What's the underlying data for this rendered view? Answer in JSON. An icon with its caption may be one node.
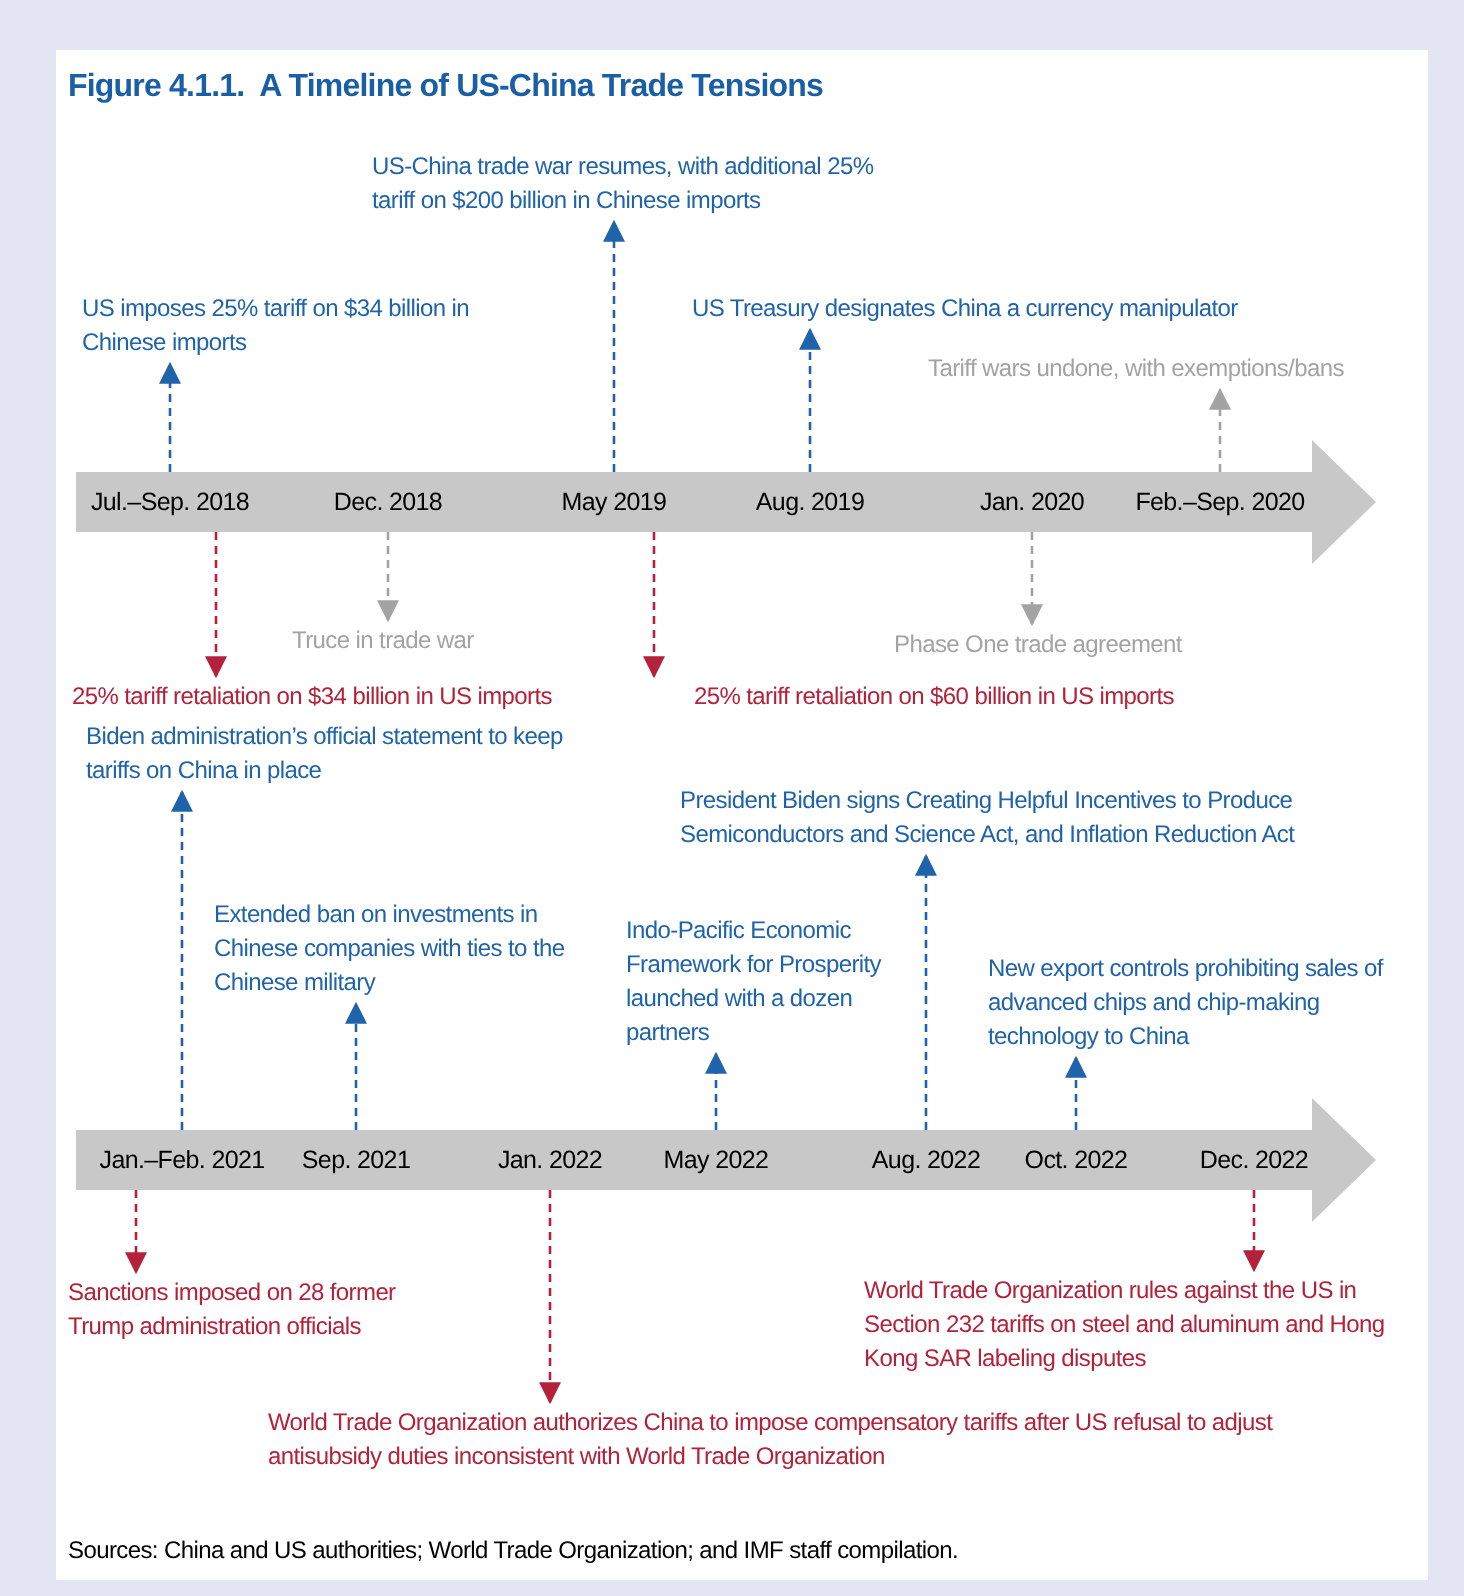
{
  "diagram": {
    "title": "Figure 4.1.1.  A Timeline of US-China Trade Tensions",
    "nodes": [
      {
        "text": [],
        "shape": "arrow"
      },
      {
        "text": [
          "Jul.–Sep. 2018"
        ],
        "in": 0
      },
      {
        "text": [
          "Dec. 2018"
        ],
        "in": 0
      },
      {
        "text": [
          "May 2019"
        ],
        "in": 0
      },
      {
        "text": [
          "Aug. 2019"
        ],
        "in": 0
      },
      {
        "text": [
          "Jan. 2020"
        ],
        "in": 0
      },
      {
        "text": [
          "Feb.–Sep. 2020"
        ],
        "in": 0
      },
      {
        "text": [
          "US-China trade war resumes, with additional 25% tariff on $200 billion in Chinese imports"
        ]
      },
      {
        "text": [
          "US imposes 25% tariff on $34 billion in Chinese imports"
        ]
      },
      {
        "text": [
          "US Treasury designates China a currency manipulator"
        ]
      },
      {
        "text": [
          "Tariff wars undone, with exemptions/bans"
        ]
      },
      {
        "text": [
          "Truce in trade war"
        ]
      },
      {
        "text": [
          "25% tariff retaliation on $34 billion in US imports"
        ]
      },
      {
        "text": [
          "Phase One trade agreement"
        ]
      },
      {
        "text": [
          "25% tariff retaliation on $60 billion in US imports"
        ]
      },
      {
        "text": [],
        "shape": "arrow"
      },
      {
        "text": [
          "Jan.–Feb. 2021"
        ],
        "in": 15
      },
      {
        "text": [
          "Sep. 2021"
        ],
        "in": 15
      },
      {
        "text": [
          "Jan. 2022"
        ],
        "in": 15
      },
      {
        "text": [
          "May 2022"
        ],
        "in": 15
      },
      {
        "text": [
          "Aug. 2022"
        ],
        "in": 15
      },
      {
        "text": [
          "Oct. 2022"
        ],
        "in": 15
      },
      {
        "text": [
          "Dec. 2022"
        ],
        "in": 15
      },
      {
        "text": [
          "Biden administration’s official statement to keep tariffs on China in place"
        ]
      },
      {
        "text": [
          "President Biden signs Creating Helpful Incentives to Produce Semiconductors and Science Act, and Inflation Reduction Act"
        ]
      },
      {
        "text": [
          "Extended ban on investments in Chinese companies with ties to the Chinese military"
        ]
      },
      {
        "text": [
          "Indo-Pacific Economic Framework for Prosperity launched with a dozen partners"
        ]
      },
      {
        "text": [
          "New export controls prohibiting sales of advanced chips and chip-making technology to China"
        ]
      },
      {
        "text": [
          "Sanctions imposed on 28 former Trump administration officials"
        ]
      },
      {
        "text": [
          "World Trade Organization rules against the US in Section 232 tariffs on steel and aluminum and Hong Kong SAR labeling disputes"
        ]
      },
      {
        "text": [
          "World Trade Organization authorizes China to impose compensatory tariffs after US refusal to adjust antisubsidy duties inconsistent with World Trade Organization"
        ]
      }
    ],
    "edges": [
      {
        "from": 1,
        "to": 8,
        "arrow": "to",
        "style": "dashed"
      },
      {
        "from": 1,
        "to": 12,
        "arrow": "to",
        "style": "dashed",
        "color": "#b3213a"
      },
      {
        "from": 2,
        "to": 11,
        "arrow": "to",
        "style": "dashed",
        "color": "#a3a3a3"
      },
      {
        "from": 3,
        "to": 7,
        "arrow": "to",
        "style": "dashed"
      },
      {
        "from": 4,
        "to": 9,
        "arrow": "to",
        "style": "dashed"
      },
      {
        "from": 3,
        "to": 14,
        "arrow": "to",
        "style": "dashed",
        "color": "#b3213a"
      },
      {
        "from": 5,
        "to": 13,
        "arrow": "to",
        "style": "dashed",
        "color": "#a3a3a3"
      },
      {
        "from": 6,
        "to": 10,
        "arrow": "to",
        "style": "dashed",
        "color": "#a3a3a3"
      },
      {
        "from": 16,
        "to": 23,
        "arrow": "to",
        "style": "dashed"
      },
      {
        "from": 16,
        "to": 28,
        "arrow": "to",
        "style": "dashed",
        "color": "#b3213a"
      },
      {
        "from": 17,
        "to": 25,
        "arrow": "to",
        "style": "dashed"
      },
      {
        "from": 18,
        "to": 30,
        "arrow": "to",
        "style": "dashed",
        "color": "#b3213a"
      },
      {
        "from": 19,
        "to": 26,
        "arrow": "to",
        "style": "dashed"
      },
      {
        "from": 20,
        "to": 24,
        "arrow": "to",
        "style": "dashed"
      },
      {
        "from": 21,
        "to": 27,
        "arrow": "to",
        "style": "dashed"
      },
      {
        "from": 22,
        "to": 29,
        "arrow": "to",
        "style": "dashed",
        "color": "#b3213a"
      }
    ],
    "labels": [
      "Sources: China and US authorities; World Trade Organization; and IMF staff compilation."
    ]
  }
}
